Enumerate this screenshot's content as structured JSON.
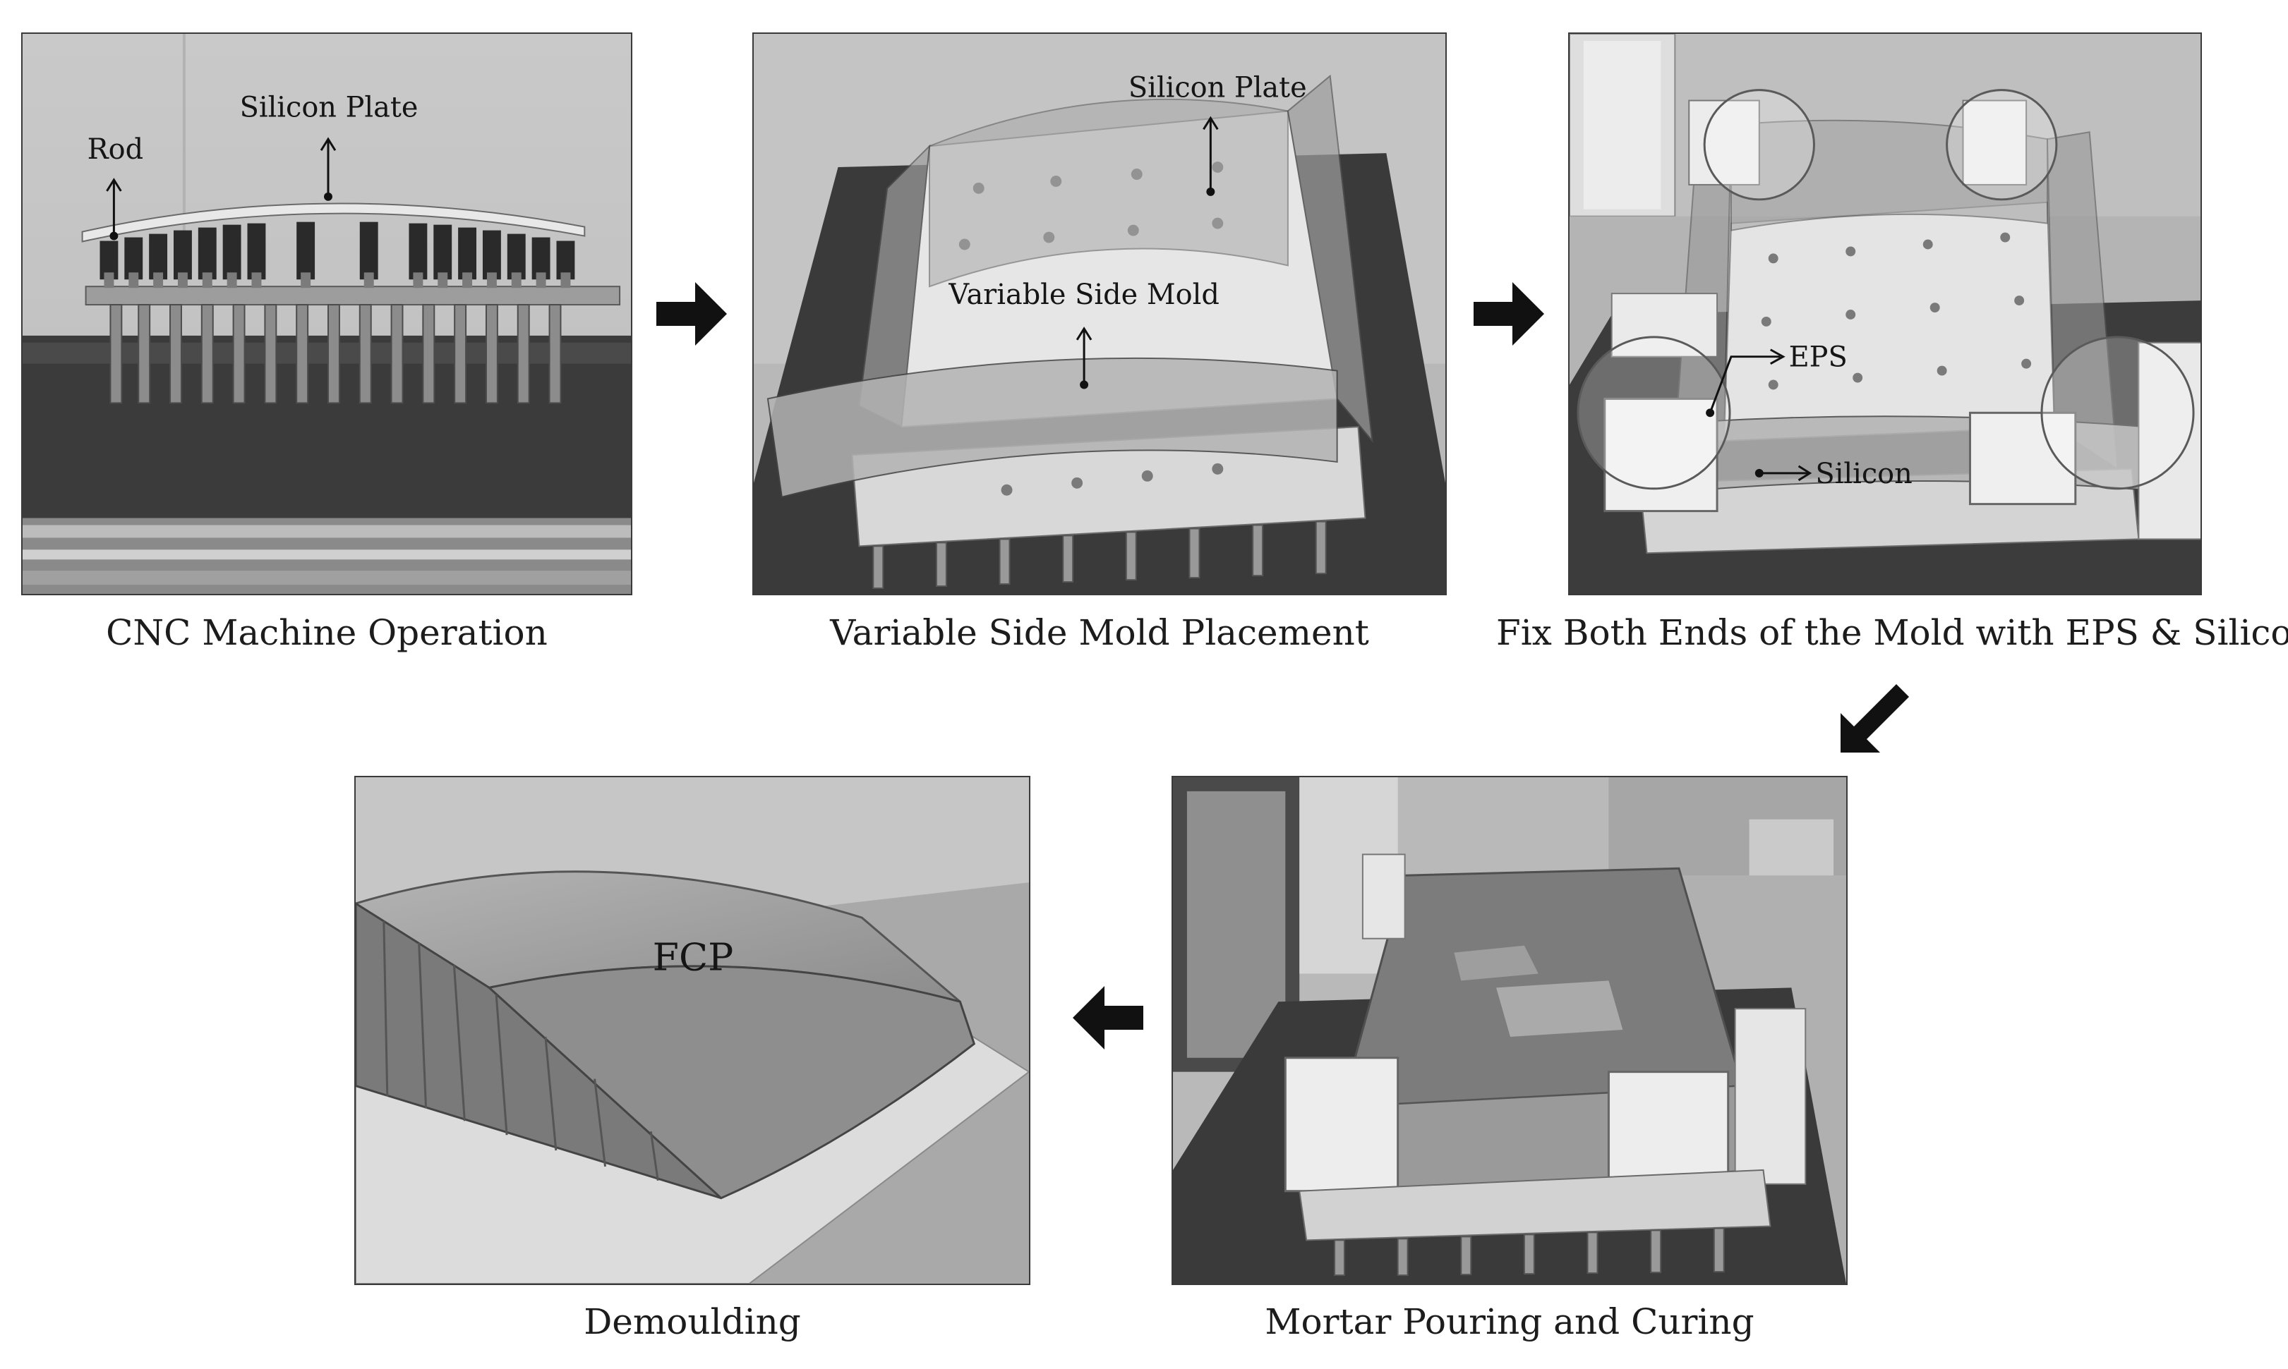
{
  "steps": [
    {
      "caption": "CNC Machine Operation",
      "labels": {
        "rod": "Rod",
        "silicon_plate": "Silicon Plate"
      }
    },
    {
      "caption": "Variable Side Mold Placement",
      "labels": {
        "silicon_plate": "Silicon Plate",
        "variable_side_mold": "Variable Side Mold"
      }
    },
    {
      "caption": "Fix Both Ends of the Mold with EPS & Silicon",
      "labels": {
        "eps": "EPS",
        "silicon": "Silicon"
      }
    },
    {
      "caption": "Mortar Pouring and Curing",
      "labels": {}
    },
    {
      "caption": "Demoulding",
      "labels": {
        "fcp": "FCP"
      }
    }
  ]
}
